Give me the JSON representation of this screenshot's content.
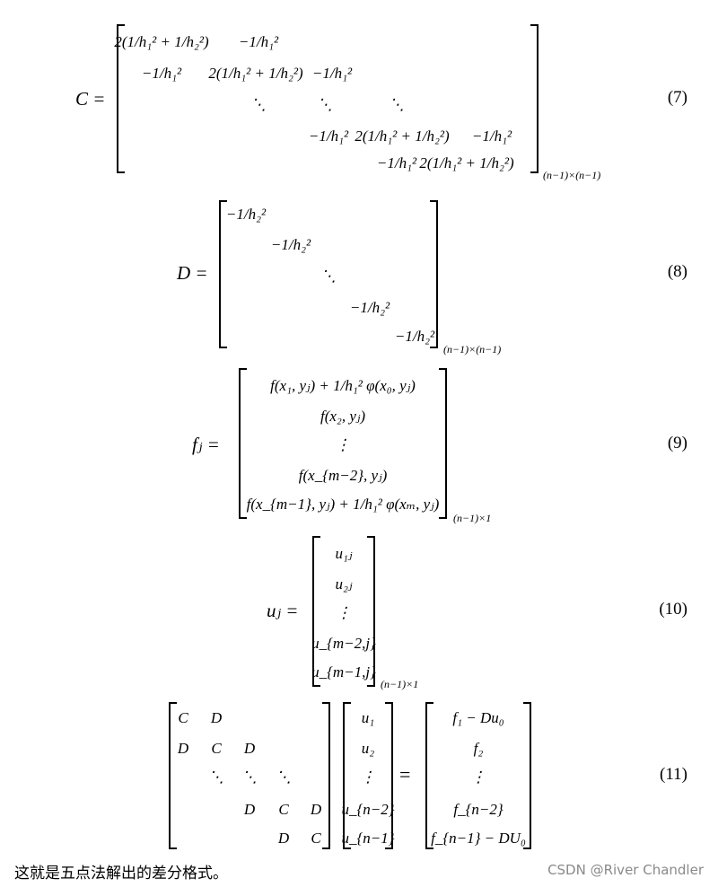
{
  "equations": [
    {
      "number": "(7)",
      "lhs": "C =",
      "dimension": "(n−1)×(n−1)",
      "cells": [
        "2(1/h₁² + 1/h₂²)",
        "−1/h₁²",
        "−1/h₁²",
        "2(1/h₁² + 1/h₂²)",
        "−1/h₁²",
        "⋱",
        "⋱",
        "⋱",
        "−1/h₁²",
        "2(1/h₁² + 1/h₂²)",
        "−1/h₁²",
        "−1/h₁²",
        "2(1/h₁² + 1/h₂²)"
      ]
    },
    {
      "number": "(8)",
      "lhs": "D =",
      "dimension": "(n−1)×(n−1)",
      "cells": [
        "−1/h₂²",
        "−1/h₂²",
        "⋱",
        "−1/h₂²",
        "−1/h₂²"
      ]
    },
    {
      "number": "(9)",
      "lhs": "fⱼ =",
      "dimension": "(n−1)×1",
      "cells": [
        "f(x₁, yⱼ) + 1/h₁² φ(x₀, yⱼ)",
        "f(x₂, yⱼ)",
        "⋮",
        "f(x_{m−2}, yⱼ)",
        "f(x_{m−1}, yⱼ) + 1/h₁² φ(xₘ, yⱼ)"
      ]
    },
    {
      "number": "(10)",
      "lhs": "uⱼ =",
      "dimension": "(n−1)×1",
      "cells": [
        "u₁ⱼ",
        "u₂ⱼ",
        "⋮",
        "u_{m−2,j}",
        "u_{m−1,j}"
      ]
    },
    {
      "number": "(11)",
      "equals": "=",
      "block_matrix": [
        "C",
        "D",
        "D",
        "C",
        "D",
        "⋱",
        "⋱",
        "⋱",
        "D",
        "C",
        "D",
        "D",
        "C"
      ],
      "u_vector": [
        "u₁",
        "u₂",
        "⋮",
        "u_{n−2}",
        "u_{n−1}"
      ],
      "rhs_vector": [
        "f₁ − Du₀",
        "f₂",
        "⋮",
        "f_{n−2}",
        "f_{n−1} − DU₀"
      ]
    }
  ],
  "caption": "这就是五点法解出的差分格式。",
  "watermark": "CSDN @River Chandler"
}
